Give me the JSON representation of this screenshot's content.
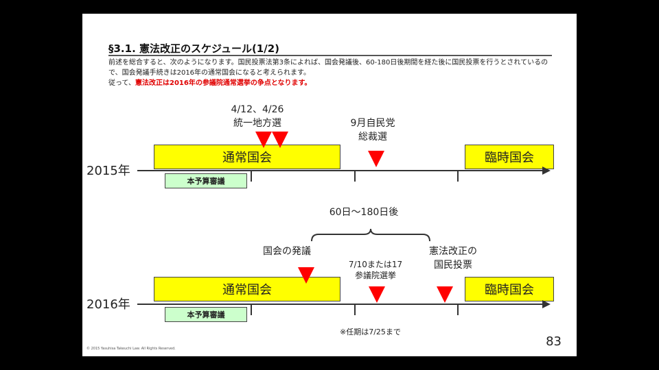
{
  "slide": {
    "title": "§3.1. 憲法改正のスケジュール(1/2)",
    "intro_line1": "前述を総合すると、次のようになります。国民投票法第3条によれば、国会発議後、60-180日後期間を経た後に国民投票を行うとされているので、国会発議手続きは2016年の通常国会になると考えられます。",
    "intro_line2_prefix": "従って、",
    "intro_line2_emphasis": "憲法改正は2016年の参議院通常選挙の争点となります。",
    "page_number": "83",
    "copyright": "© 2015 Yasuhisa Takeuchi Law. All Rights Reserved."
  },
  "timeline_2015": {
    "year": "2015年",
    "ordinary_session": "通常国会",
    "budget_deliberation": "本予算審議",
    "extraordinary_session": "臨時国会",
    "local_election_dates": "4/12、4/26",
    "local_election_label": "統一地方選",
    "ldp_event_line1": "9月自民党",
    "ldp_event_line2": "総裁選"
  },
  "timeline_2016": {
    "year": "2016年",
    "ordinary_session": "通常国会",
    "budget_deliberation": "本予算審議",
    "extraordinary_session": "臨時国会",
    "period_label": "60日〜180日後",
    "diet_proposal": "国会の発議",
    "election_line1": "7/10または17",
    "election_line2": "参議院選挙",
    "referendum_line1": "憲法改正の",
    "referendum_line2": "国民投票",
    "term_note": "※任期は7/25まで"
  },
  "colors": {
    "session_fill": "#ffff00",
    "budget_fill": "#ccffcc",
    "marker": "#ff0000",
    "emphasis_text": "#e00000"
  }
}
